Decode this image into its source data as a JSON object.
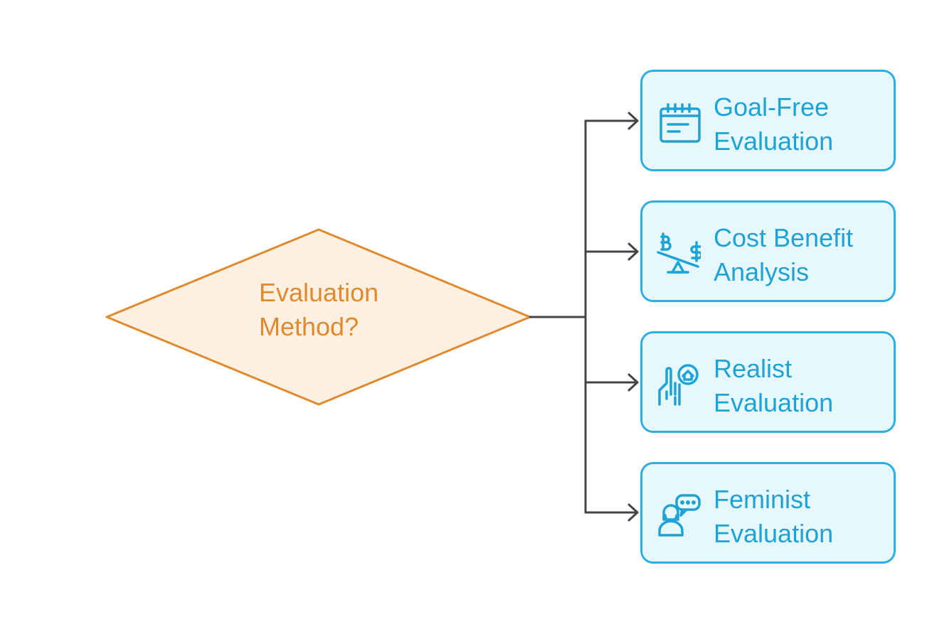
{
  "decision": {
    "label": "Evaluation\nMethod?"
  },
  "options": [
    {
      "label": "Goal-Free\nEvaluation",
      "icon": "calendar-icon"
    },
    {
      "label": "Cost Benefit\nAnalysis",
      "icon": "balance-scale-currency-icon"
    },
    {
      "label": "Realist\nEvaluation",
      "icon": "hand-home-icon"
    },
    {
      "label": "Feminist\nEvaluation",
      "icon": "woman-speech-bubble-icon"
    }
  ],
  "colors": {
    "decision_fill": "#fdf0e3",
    "decision_stroke": "#e08a2e",
    "decision_text": "#e08a2e",
    "option_fill": "#e6f7fd",
    "option_stroke": "#2eaee0",
    "option_text": "#1ea3d6",
    "connector": "#444444"
  }
}
